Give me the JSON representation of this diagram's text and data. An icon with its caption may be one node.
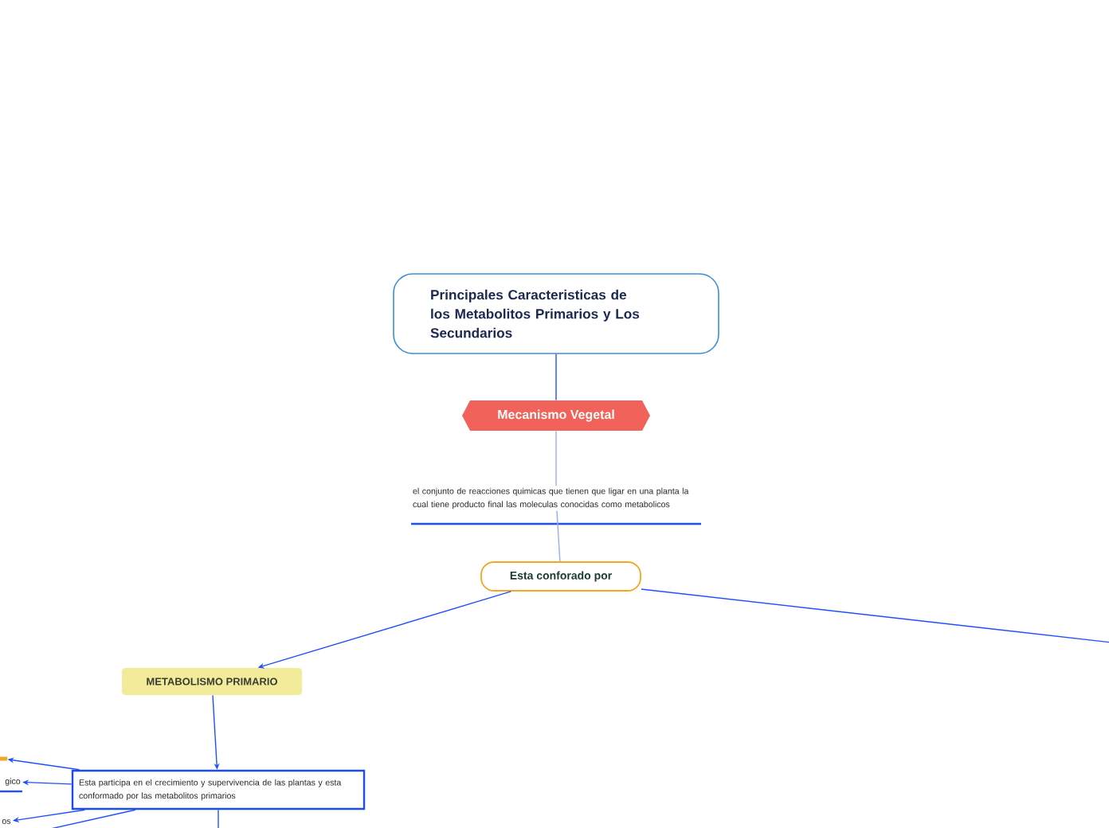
{
  "diagram": {
    "nodes": [
      {
        "text": [
          "Principales Caracteristicas de los Metabolitos Primarios y Los Secundarios"
        ]
      },
      {
        "text": [
          "Mecanismo Vegetal"
        ]
      },
      {
        "text": [
          "el conjunto de reacciones quimicas que tienen que ligar en una planta la cual tiene producto final las moleculas conocidas como metabolicos"
        ]
      },
      {
        "text": [
          "Esta conforado por"
        ]
      },
      {
        "text": [
          "METABOLISMO PRIMARIO"
        ]
      },
      {
        "text": [
          "Esta participa en el crecimiento y supervivencia de las plantas y esta conformado por las metabolitos primarios"
        ]
      },
      {
        "text": [],
        "shape": "bar"
      },
      {
        "text": [
          "gico"
        ]
      },
      {
        "text": [
          "os"
        ]
      }
    ],
    "edges": [
      {
        "from": 0,
        "to": 1,
        "arrow": "none"
      },
      {
        "from": 1,
        "to": 2,
        "arrow": "none",
        "color": "#9aaee8"
      },
      {
        "from": 2,
        "to": 3,
        "arrow": "none",
        "color": "#9aaee8"
      },
      {
        "from": 3,
        "to": 4,
        "arrow": "to"
      },
      {
        "from": 3,
        "to": null,
        "arrow": "none"
      },
      {
        "from": 4,
        "to": 5,
        "arrow": "to"
      },
      {
        "from": 5,
        "to": 6,
        "arrow": "to"
      },
      {
        "from": 5,
        "to": 7,
        "arrow": "to"
      },
      {
        "from": 5,
        "to": 8,
        "arrow": "to"
      },
      {
        "from": 5,
        "to": null,
        "arrow": "none"
      },
      {
        "from": 5,
        "to": null,
        "arrow": "none"
      }
    ]
  }
}
